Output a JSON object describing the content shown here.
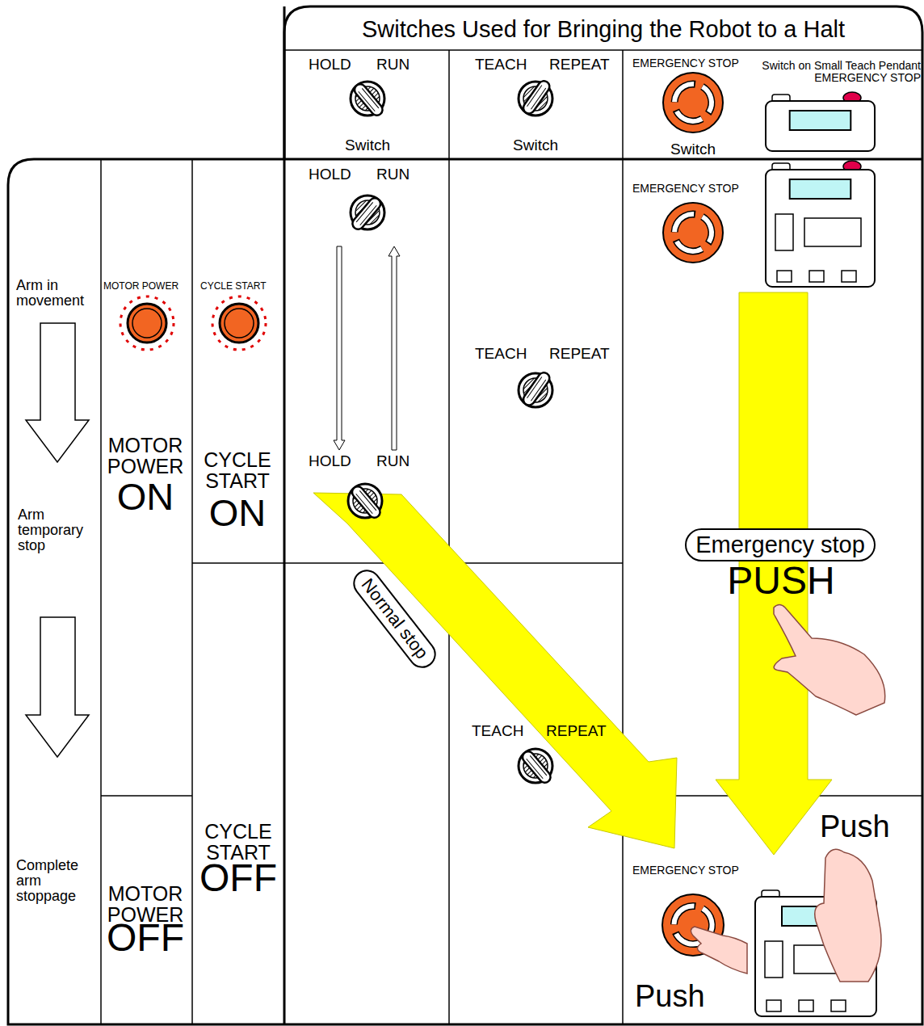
{
  "diagram": {
    "title": "Switches Used for Bringing the Robot to a Halt",
    "nodes": [
      {
        "text": [
          "Normal stop"
        ]
      },
      {
        "text": [
          "Emergency stop"
        ]
      }
    ],
    "labels": [
      "HOLD",
      "RUN",
      "Switch",
      "TEACH",
      "REPEAT",
      "Switch",
      "EMERGENCY STOP",
      "Switch",
      "Switch on Small Teach Pendant EMERGENCY STOP",
      "HOLD",
      "RUN",
      "EMERGENCY STOP",
      "Arm in movement",
      "MOTOR POWER",
      "CYCLE START",
      "TEACH",
      "REPEAT",
      "MOTOR POWER",
      "ON",
      "CYCLE START",
      "ON",
      "HOLD",
      "RUN",
      "Arm temporary stop",
      "PUSH",
      "TEACH",
      "REPEAT",
      "Push",
      "CYCLE START",
      "OFF",
      "Complete arm stoppage",
      "MOTOR POWER",
      "OFF",
      "EMERGENCY STOP",
      "Push"
    ]
  }
}
